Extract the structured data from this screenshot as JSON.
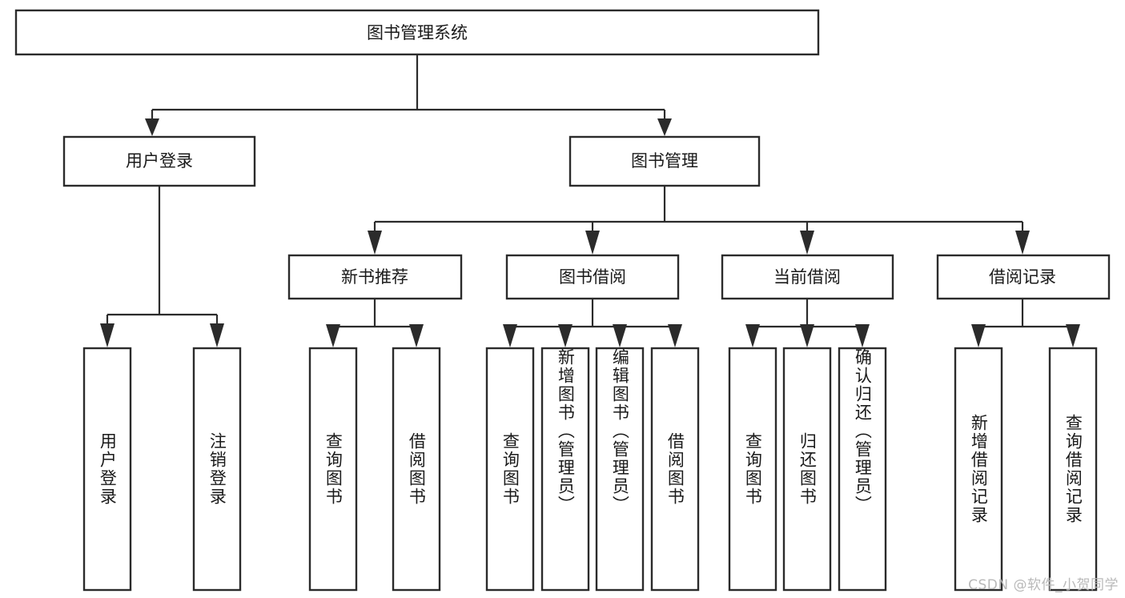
{
  "diagram": {
    "type": "tree",
    "title": "图书管理系统",
    "watermark": "CSDN @软件_小贺同学",
    "colors": {
      "stroke": "#2b2b2b",
      "fill": "#ffffff",
      "text": "#1a1a1a",
      "watermark": "#b9b9b9",
      "background": "#ffffff"
    },
    "root": {
      "id": "root",
      "label": "图书管理系统"
    },
    "level2": [
      {
        "id": "user-login",
        "label": "用户登录"
      },
      {
        "id": "book-management",
        "label": "图书管理"
      }
    ],
    "level3": [
      {
        "id": "new-book-recommend",
        "label": "新书推荐",
        "parent": "book-management"
      },
      {
        "id": "book-borrow",
        "label": "图书借阅",
        "parent": "book-management"
      },
      {
        "id": "current-borrow",
        "label": "当前借阅",
        "parent": "book-management"
      },
      {
        "id": "borrow-record",
        "label": "借阅记录",
        "parent": "book-management"
      }
    ],
    "leaves": [
      {
        "id": "leaf-user-login",
        "label": "用户登录",
        "parent": "user-login"
      },
      {
        "id": "leaf-logout-login",
        "label": "注销登录",
        "parent": "user-login"
      },
      {
        "id": "leaf-query-book-1",
        "label": "查询图书",
        "parent": "new-book-recommend"
      },
      {
        "id": "leaf-borrow-book-1",
        "label": "借阅图书",
        "parent": "new-book-recommend"
      },
      {
        "id": "leaf-query-book-2",
        "label": "查询图书",
        "parent": "book-borrow"
      },
      {
        "id": "leaf-add-book",
        "label": "新增图书（管理员）",
        "parent": "book-borrow"
      },
      {
        "id": "leaf-edit-book",
        "label": "编辑图书（管理员）",
        "parent": "book-borrow"
      },
      {
        "id": "leaf-borrow-book-2",
        "label": "借阅图书",
        "parent": "book-borrow"
      },
      {
        "id": "leaf-query-book-3",
        "label": "查询图书",
        "parent": "current-borrow"
      },
      {
        "id": "leaf-return-book",
        "label": "归还图书",
        "parent": "current-borrow"
      },
      {
        "id": "leaf-confirm-return",
        "label": "确认归还（管理员）",
        "parent": "current-borrow"
      },
      {
        "id": "leaf-add-record",
        "label": "新增借阅记录",
        "parent": "borrow-record"
      },
      {
        "id": "leaf-query-record",
        "label": "查询借阅记录",
        "parent": "borrow-record"
      }
    ]
  }
}
